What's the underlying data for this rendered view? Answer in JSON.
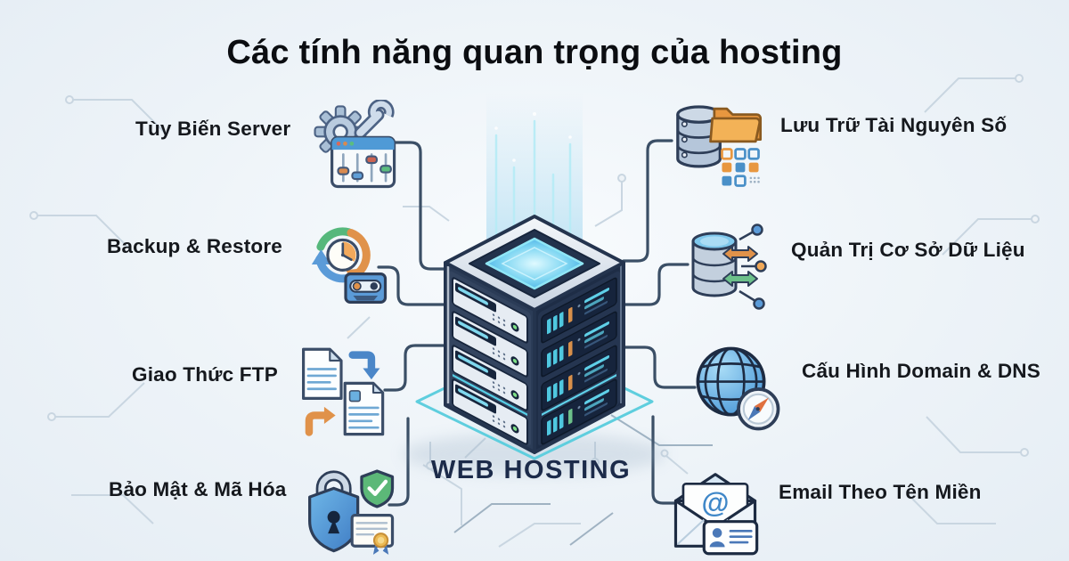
{
  "title": "Các tính năng quan trọng của hosting",
  "center": {
    "label": "WEB HOSTING",
    "illustration": "isometric-server-tower"
  },
  "features": {
    "left": [
      {
        "label": "Tùy Biến Server",
        "icon": "server-config-icon"
      },
      {
        "label": "Backup & Restore",
        "icon": "backup-restore-icon"
      },
      {
        "label": "Giao Thức FTP",
        "icon": "ftp-transfer-icon"
      },
      {
        "label": "Bảo Mật & Mã Hóa",
        "icon": "security-encryption-icon"
      }
    ],
    "right": [
      {
        "label": "Lưu Trữ Tài Nguyên Số",
        "icon": "digital-storage-icon"
      },
      {
        "label": "Quản Trị Cơ Sở Dữ Liệu",
        "icon": "database-management-icon"
      },
      {
        "label": "Cấu Hình Domain & DNS",
        "icon": "domain-dns-icon"
      },
      {
        "label": "Email Theo Tên Miền",
        "icon": "domain-email-icon"
      }
    ]
  },
  "colors": {
    "background": "#edf3f8",
    "title_text": "#0b0d11",
    "label_text": "#15181d",
    "center_label_text": "#1c2b4a",
    "connector_line": "#3b4f66",
    "circuit_trace": "#c9d6e1",
    "accent_cyan": "#5fd0e8",
    "accent_blue": "#5b9bd8",
    "accent_orange": "#e0924a",
    "accent_green": "#5cb878",
    "server_navy": "#1e2d46"
  }
}
